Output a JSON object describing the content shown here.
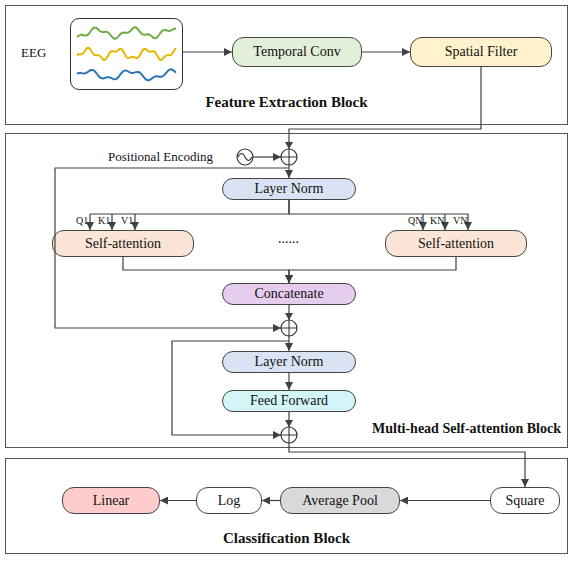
{
  "diagram": {
    "nodes": [
      {
        "text": [
          "Feature Extraction Block"
        ]
      },
      {
        "text": [
          "EEG"
        ],
        "in": 0
      },
      {
        "text": [
          "Temporal Conv"
        ],
        "in": 0
      },
      {
        "text": [
          "Spatial Filter"
        ],
        "in": 0
      },
      {
        "text": [
          "Multi-head Self-attention Block"
        ]
      },
      {
        "text": [
          "Layer Norm"
        ],
        "in": 4
      },
      {
        "text": [
          "Self-attention"
        ],
        "in": 4
      },
      {
        "text": [
          "Self-attention"
        ],
        "in": 4
      },
      {
        "text": [
          "Concatenate"
        ],
        "in": 4
      },
      {
        "text": [
          "Layer Norm"
        ],
        "in": 4
      },
      {
        "text": [
          "Feed Forward"
        ],
        "in": 4
      },
      {
        "text": [
          "Classification Block"
        ]
      },
      {
        "text": [
          "Square"
        ],
        "in": 11
      },
      {
        "text": [
          "Average Pool"
        ],
        "in": 11
      },
      {
        "text": [
          "Log"
        ],
        "in": 11
      },
      {
        "text": [
          "Linear"
        ],
        "in": 11
      }
    ],
    "edges": [
      {
        "from": 1,
        "to": 2,
        "arrow": "to"
      },
      {
        "from": 2,
        "to": 3,
        "arrow": "to"
      },
      {
        "from": 3,
        "to": 5,
        "arrow": "to"
      },
      {
        "from": 5,
        "to": 6,
        "arrow": "to"
      },
      {
        "from": 5,
        "to": 7,
        "arrow": "to"
      },
      {
        "from": 6,
        "to": 8,
        "arrow": "to"
      },
      {
        "from": 7,
        "to": 8,
        "arrow": "to"
      },
      {
        "from": 8,
        "to": 9,
        "arrow": "to"
      },
      {
        "from": 9,
        "to": 10,
        "arrow": "to"
      },
      {
        "from": 10,
        "to": 12,
        "arrow": "to"
      },
      {
        "from": 12,
        "to": 13,
        "arrow": "to"
      },
      {
        "from": 13,
        "to": 14,
        "arrow": "to"
      },
      {
        "from": 14,
        "to": 15,
        "arrow": "to"
      }
    ],
    "labels": [
      "Positional Encoding",
      "Q1",
      "K1",
      "V1",
      "......",
      "QN",
      "KN",
      "VN"
    ]
  }
}
